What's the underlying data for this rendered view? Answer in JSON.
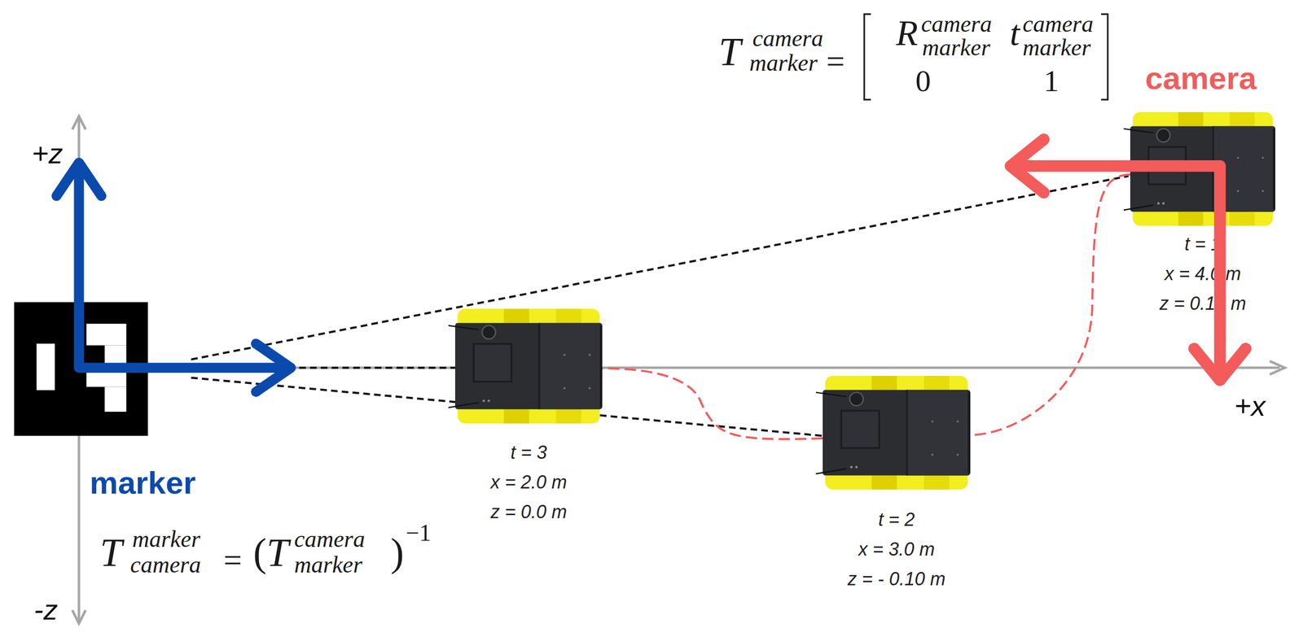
{
  "diagram": {
    "nodes": [
      {
        "text": [
          "t = 1",
          "x = 4.0 m",
          "z = 0.18 m"
        ]
      },
      {
        "text": [
          "t = 3",
          "x = 2.0 m",
          "z = 0.0 m"
        ]
      },
      {
        "text": [
          "t = 2",
          "x = 3.0 m",
          "z = - 0.10 m"
        ]
      }
    ],
    "edges": [
      {
        "from": 0,
        "to": 2,
        "arrow": "none"
      },
      {
        "from": 2,
        "to": 1,
        "arrow": "none"
      }
    ],
    "labels": [
      "T",
      "camera",
      "marker",
      "=",
      "R",
      "camera",
      "marker",
      "t",
      "camera",
      "marker",
      "0",
      "1",
      "camera",
      "+z",
      "+x",
      "marker",
      "-z",
      "T",
      "marker",
      "camera",
      "=",
      "(",
      "T",
      "camera",
      "marker",
      ")",
      "−1"
    ]
  }
}
